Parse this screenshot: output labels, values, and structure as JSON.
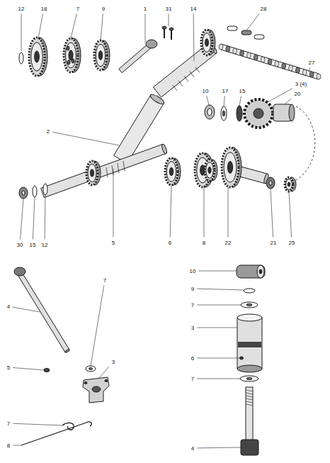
{
  "diagram": {
    "labels": [
      "12",
      "18",
      "7",
      "9",
      "1",
      "31",
      "14",
      "28",
      "27",
      "3 (4)",
      "2",
      "10",
      "17",
      "15",
      "20",
      "5",
      "6",
      "8",
      "22",
      "21",
      "25",
      "30",
      "15",
      "12",
      "4",
      "7",
      "3",
      "5",
      "7",
      "8",
      "10",
      "9",
      "7",
      "3",
      "6",
      "7",
      "4"
    ]
  }
}
